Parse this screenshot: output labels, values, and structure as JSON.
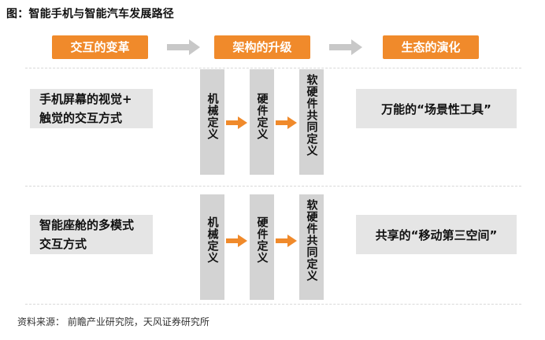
{
  "title": "图：智能手机与智能汽车发展路径",
  "headers": [
    "交互的变革",
    "架构的升级",
    "生态的演化"
  ],
  "rows": [
    {
      "left_lines": [
        "手机屏幕的视觉+",
        "触觉的交互方式"
      ],
      "stages": [
        "机械定义",
        "硬件定义",
        "软硬件共同定义"
      ],
      "right": "万能的“场景性工具”"
    },
    {
      "left_lines": [
        "智能座舱的多模式",
        "交互方式"
      ],
      "stages": [
        "机械定义",
        "硬件定义",
        "软硬件共同定义"
      ],
      "right": "共享的“移动第三空间”"
    }
  ],
  "source": "资料来源：  前瞻产业研究院，天风证券研究所",
  "colors": {
    "accent": "#f08a2b",
    "band": "#e5e5e5",
    "column": "#d3d3d3",
    "gray_arrow": "#c8c8c8"
  }
}
